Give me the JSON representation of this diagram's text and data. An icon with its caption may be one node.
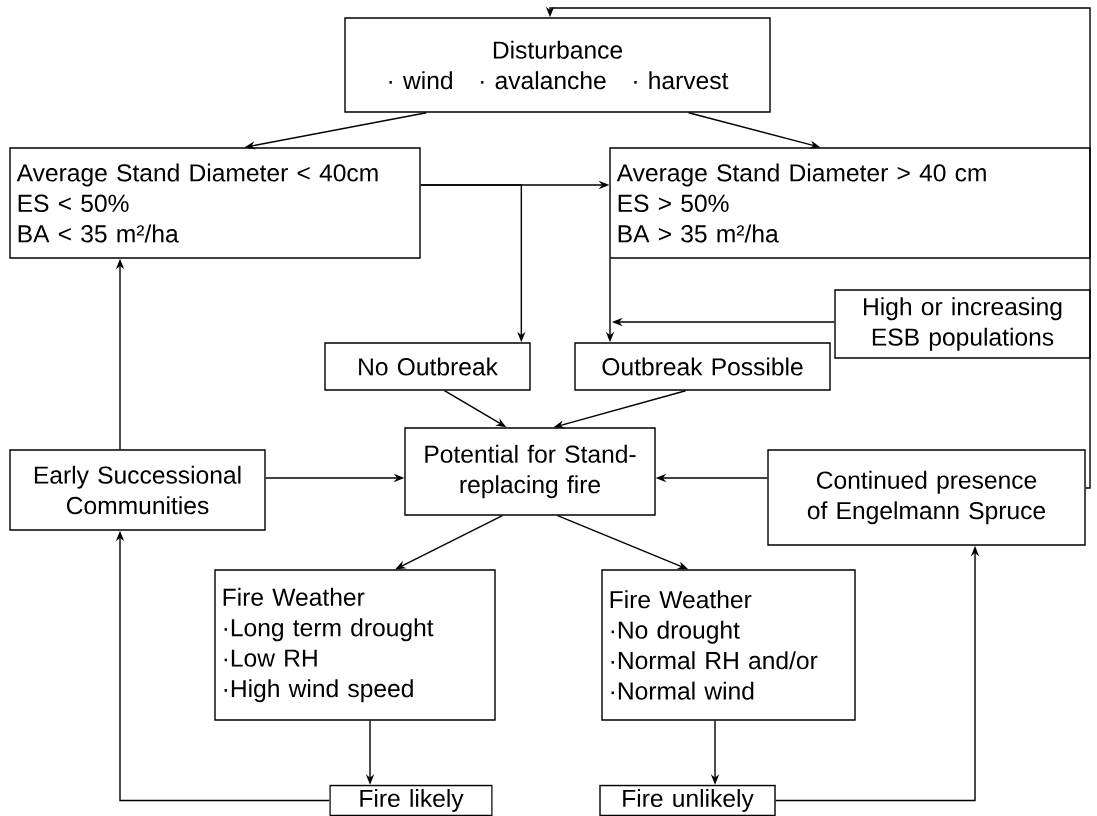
{
  "diagram": {
    "nodes": [
      {
        "text": [
          "Disturbance",
          "· wind",
          "· avalanche",
          "· harvest"
        ]
      },
      {
        "text": [
          "Average Stand Diameter < 40cm",
          "ES < 50%",
          "BA < 35 m²/ha"
        ]
      },
      {
        "text": [
          "Average Stand Diameter > 40 cm",
          "ES > 50%",
          "BA > 35 m²/ha"
        ]
      },
      {
        "text": [
          "High or increasing ESB populations"
        ]
      },
      {
        "text": [
          "No Outbreak"
        ]
      },
      {
        "text": [
          "Outbreak Possible"
        ]
      },
      {
        "text": [
          "Early Successional Communities"
        ]
      },
      {
        "text": [
          "Potential for Stand-replacing fire"
        ]
      },
      {
        "text": [
          "Continued presence of Engelmann Spruce"
        ]
      },
      {
        "text": [
          "Fire Weather",
          "·Long term drought",
          "·Low RH",
          "·High wind speed"
        ]
      },
      {
        "text": [
          "Fire Weather",
          "·No drought",
          "·Normal RH and/or",
          "·Normal wind"
        ]
      },
      {
        "text": [
          "Fire likely"
        ]
      },
      {
        "text": [
          "Fire unlikely"
        ]
      }
    ],
    "edges": [
      {
        "from": 0,
        "to": 1,
        "arrow": "to"
      },
      {
        "from": 0,
        "to": 2,
        "arrow": "to"
      },
      {
        "from": 1,
        "to": 2,
        "arrow": "to"
      },
      {
        "from": 1,
        "to": 4,
        "arrow": "to"
      },
      {
        "from": 2,
        "to": 5,
        "arrow": "to"
      },
      {
        "from": 3,
        "to": 5,
        "arrow": "to"
      },
      {
        "from": 4,
        "to": 7,
        "arrow": "to"
      },
      {
        "from": 5,
        "to": 7,
        "arrow": "to"
      },
      {
        "from": 6,
        "to": 1,
        "arrow": "to"
      },
      {
        "from": 6,
        "to": 7,
        "arrow": "to"
      },
      {
        "from": 8,
        "to": 7,
        "arrow": "to"
      },
      {
        "from": 7,
        "to": 9,
        "arrow": "to"
      },
      {
        "from": 7,
        "to": 10,
        "arrow": "to"
      },
      {
        "from": 9,
        "to": 11,
        "arrow": "to"
      },
      {
        "from": 10,
        "to": 12,
        "arrow": "to"
      },
      {
        "from": 11,
        "to": 6,
        "arrow": "to"
      },
      {
        "from": 12,
        "to": 8,
        "arrow": "to"
      },
      {
        "from": 8,
        "to": 0,
        "arrow": "to"
      }
    ]
  }
}
